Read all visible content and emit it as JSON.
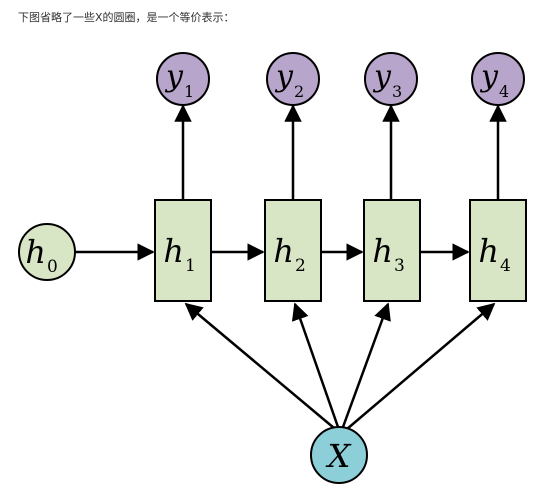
{
  "caption": "下图省略了一些X的圆圈，是一个等价表示：",
  "colors": {
    "hidden_fill": "#d9e6c5",
    "input_fill": "#8ccfd9",
    "output_fill": "#b7a5cb",
    "initial_fill": "#d9e6c5",
    "stroke": "#000000"
  },
  "initial_state": {
    "base": "h",
    "sub": "0"
  },
  "input": {
    "label": "X"
  },
  "hidden_states": [
    {
      "base": "h",
      "sub": "1"
    },
    {
      "base": "h",
      "sub": "2"
    },
    {
      "base": "h",
      "sub": "3"
    },
    {
      "base": "h",
      "sub": "4"
    }
  ],
  "outputs": [
    {
      "base": "y",
      "sub": "1"
    },
    {
      "base": "y",
      "sub": "2"
    },
    {
      "base": "y",
      "sub": "3"
    },
    {
      "base": "y",
      "sub": "4"
    }
  ]
}
